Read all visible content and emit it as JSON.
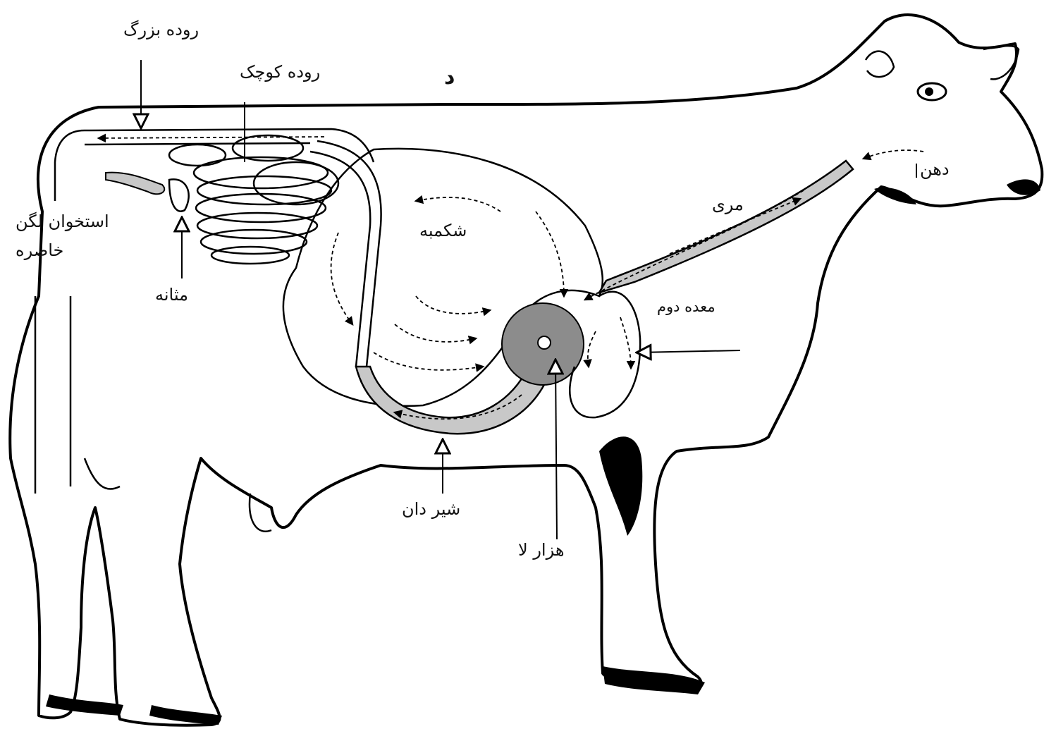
{
  "labels": {
    "large_intestine": "روده بزرگ",
    "small_intestine": "روده کوچک",
    "stray_glyph": "د",
    "pelvic_bone": "استخوان لگن",
    "kidney": "خاصره",
    "bladder": "مثانه",
    "rumen": "شکمبه",
    "mouth": "دهن",
    "esophagus": "مری",
    "reticulum": "معده دوم",
    "abomasum": "شیر دان",
    "omasum": "هزار لا"
  },
  "colors": {
    "outline": "#000000",
    "tract_fill": "#c8c8c8",
    "omasum_fill": "#8c8c8c",
    "background": "#ffffff"
  }
}
